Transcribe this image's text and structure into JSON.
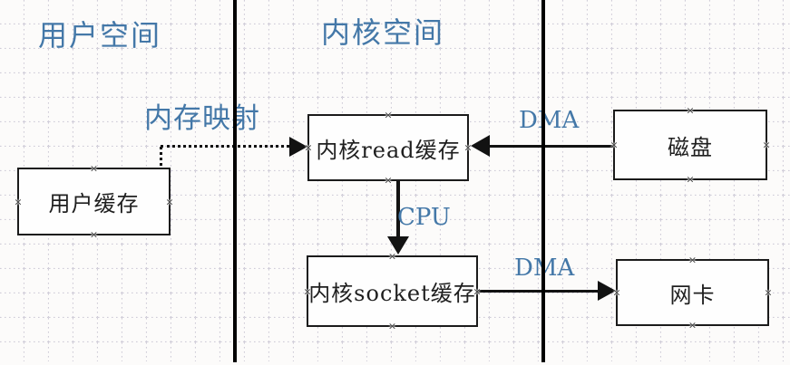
{
  "diagram": {
    "region_labels": {
      "user_space": "用户空间",
      "kernel_space": "内核空间"
    },
    "nodes": {
      "user_buffer": {
        "label": "用户缓存"
      },
      "kernel_read_buffer": {
        "label": "内核read缓存"
      },
      "disk": {
        "label": "磁盘"
      },
      "kernel_socket_buffer": {
        "label": "内核socket缓存"
      },
      "nic": {
        "label": "网卡"
      }
    },
    "edge_labels": {
      "mmap": "内存映射",
      "dma_disk_to_read": "DMA",
      "cpu_copy": "CPU",
      "dma_socket_to_nic": "DMA"
    },
    "icons": {
      "selection_handle": "×"
    },
    "colors": {
      "label_blue": "#4478a8",
      "box_border": "#1b1b1b",
      "divider": "#000000",
      "grid_line": "#cfccd8",
      "canvas_bg": "#fcfbfa",
      "arrow": "#121212"
    }
  }
}
